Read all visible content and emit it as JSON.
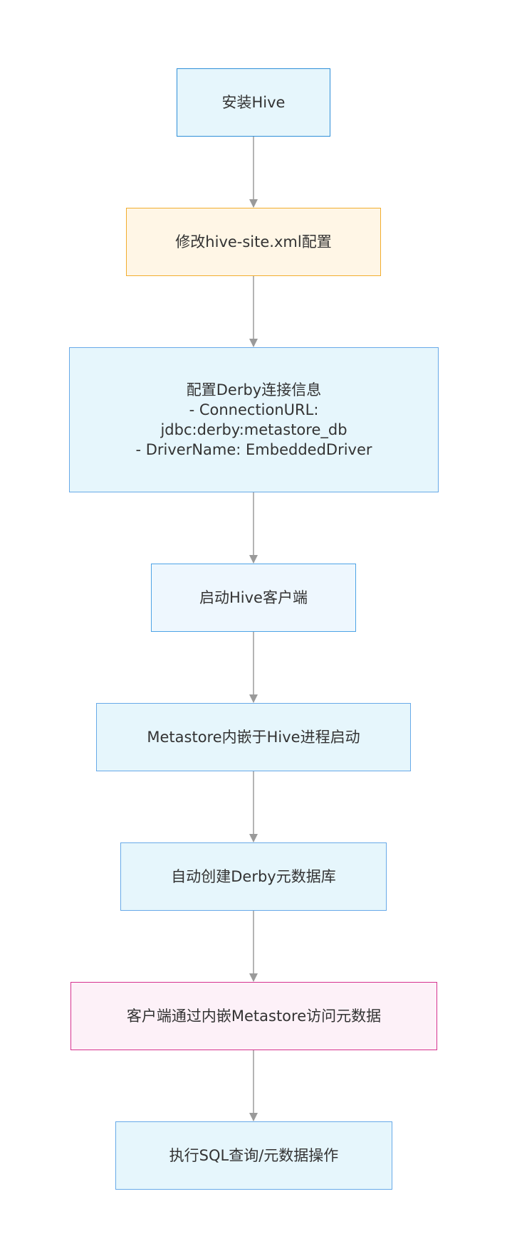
{
  "colors": {
    "edge": "#9a9a9a",
    "text": "#333333"
  },
  "nodes": [
    {
      "id": "install",
      "lines": [
        "安装Hive"
      ],
      "fill": "#e6f6fc",
      "stroke": "#2f8fd8"
    },
    {
      "id": "edit_config",
      "lines": [
        "修改hive-site.xml配置"
      ],
      "fill": "#fff6e6",
      "stroke": "#f2ad2e"
    },
    {
      "id": "derby_conn",
      "lines": [
        "配置Derby连接信息",
        "- ConnectionURL:",
        "jdbc:derby:metastore_db",
        "- DriverName: EmbeddedDriver"
      ],
      "fill": "#e6f6fc",
      "stroke": "#67a9e8"
    },
    {
      "id": "start_client",
      "lines": [
        "启动Hive客户端"
      ],
      "fill": "#eef7fe",
      "stroke": "#4da3e6"
    },
    {
      "id": "embedded_metastore",
      "lines": [
        "Metastore内嵌于Hive进程启动"
      ],
      "fill": "#e6f6fc",
      "stroke": "#67a9e8"
    },
    {
      "id": "create_db",
      "lines": [
        "自动创建Derby元数据库"
      ],
      "fill": "#e6f6fc",
      "stroke": "#67a9e8"
    },
    {
      "id": "access_meta",
      "lines": [
        "客户端通过内嵌Metastore访问元数据"
      ],
      "fill": "#fdf1f8",
      "stroke": "#d6328f"
    },
    {
      "id": "run_sql",
      "lines": [
        "执行SQL查询/元数据操作"
      ],
      "fill": "#e6f6fc",
      "stroke": "#67a9e8"
    }
  ],
  "edges": [
    {
      "from": "install",
      "to": "edit_config"
    },
    {
      "from": "edit_config",
      "to": "derby_conn"
    },
    {
      "from": "derby_conn",
      "to": "start_client"
    },
    {
      "from": "start_client",
      "to": "embedded_metastore"
    },
    {
      "from": "embedded_metastore",
      "to": "create_db"
    },
    {
      "from": "create_db",
      "to": "access_meta"
    },
    {
      "from": "access_meta",
      "to": "run_sql"
    }
  ]
}
